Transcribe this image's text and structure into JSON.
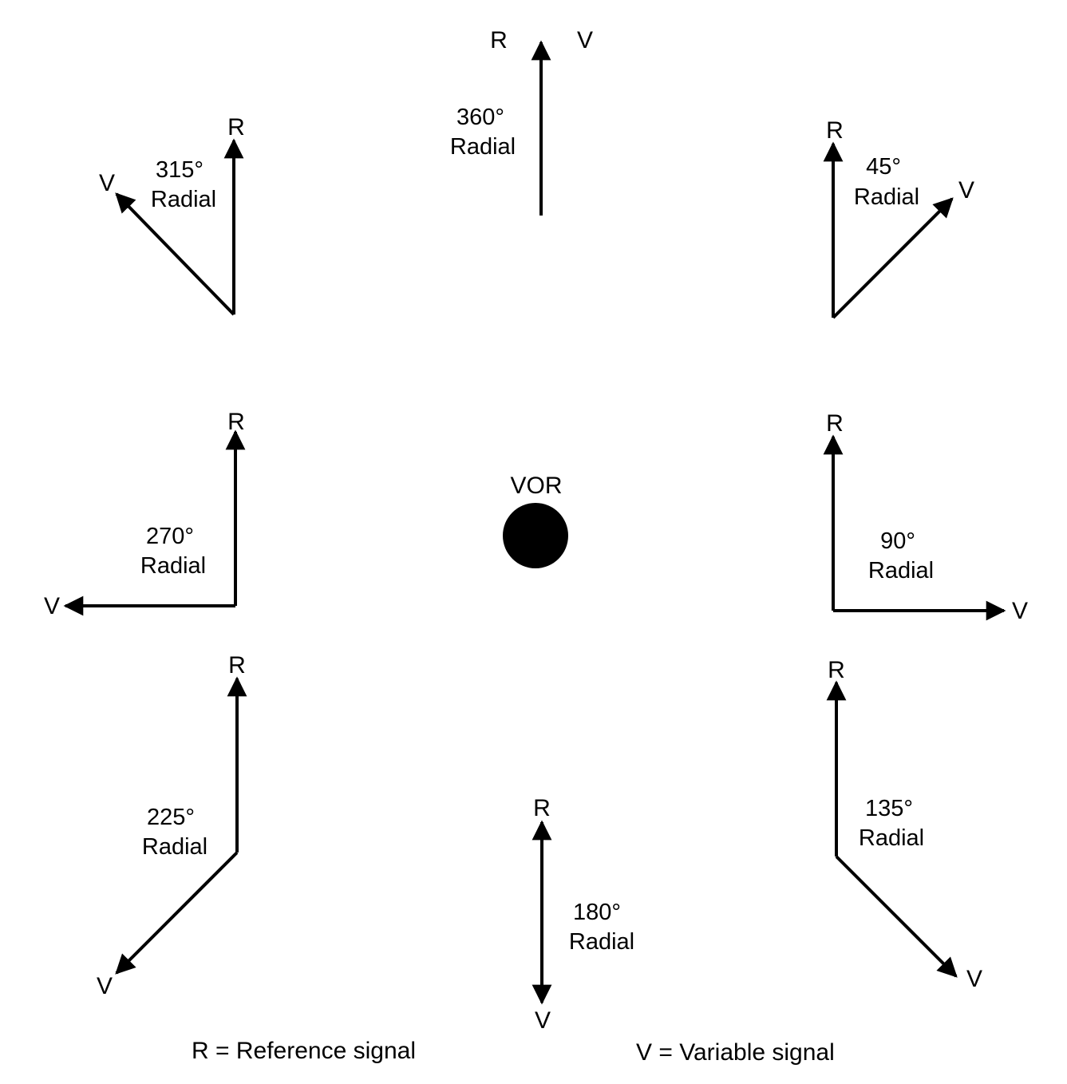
{
  "station": {
    "label": "VOR"
  },
  "radials": [
    {
      "key": "r360",
      "degree_text": "360°",
      "word": "Radial",
      "ref_label": "R",
      "var_label": "V"
    },
    {
      "key": "r45",
      "degree_text": "45°",
      "word": "Radial",
      "ref_label": "R",
      "var_label": "V"
    },
    {
      "key": "r90",
      "degree_text": "90°",
      "word": "Radial",
      "ref_label": "R",
      "var_label": "V"
    },
    {
      "key": "r135",
      "degree_text": "135°",
      "word": "Radial",
      "ref_label": "R",
      "var_label": "V"
    },
    {
      "key": "r180",
      "degree_text": "180°",
      "word": "Radial",
      "ref_label": "R",
      "var_label": "V"
    },
    {
      "key": "r225",
      "degree_text": "225°",
      "word": "Radial",
      "ref_label": "R",
      "var_label": "V"
    },
    {
      "key": "r270",
      "degree_text": "270°",
      "word": "Radial",
      "ref_label": "R",
      "var_label": "V"
    },
    {
      "key": "r315",
      "degree_text": "315°",
      "word": "Radial",
      "ref_label": "R",
      "var_label": "V"
    }
  ],
  "legend": {
    "reference": "R = Reference signal",
    "variable": "V = Variable signal"
  }
}
